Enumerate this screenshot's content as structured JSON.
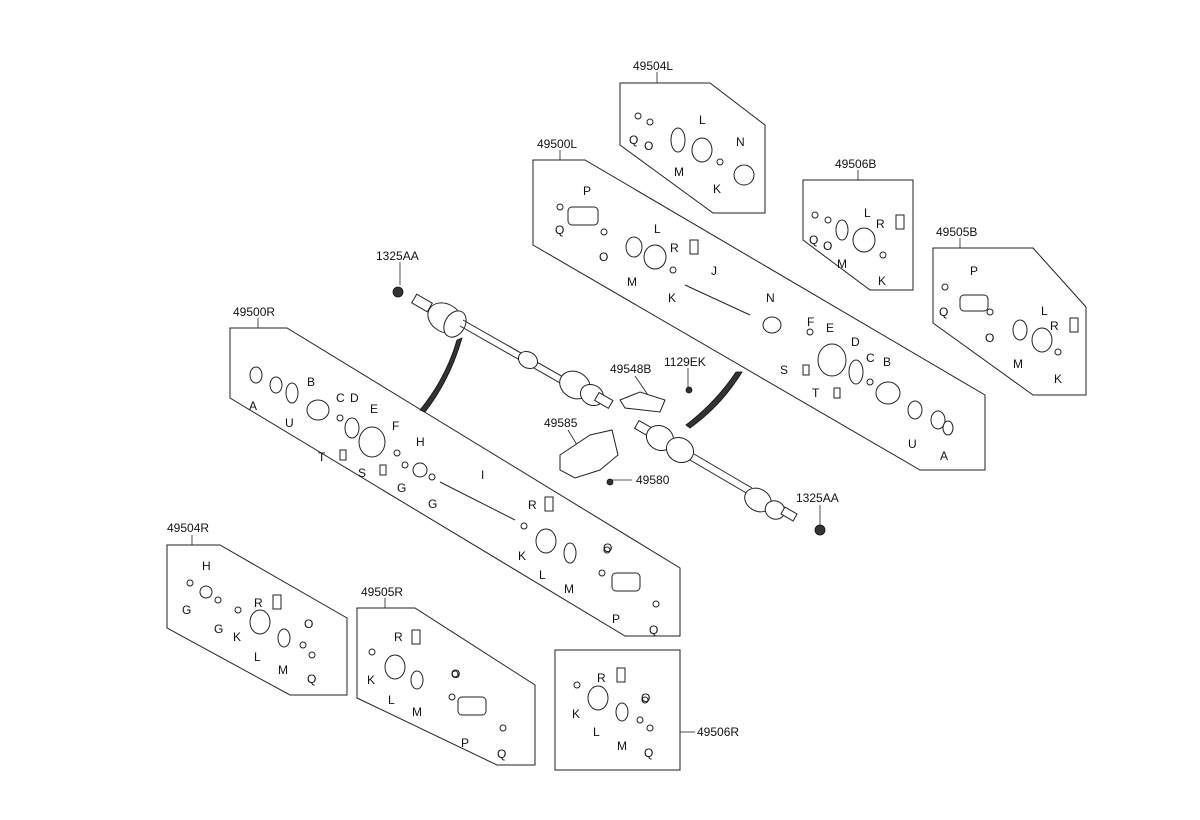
{
  "refs": {
    "r49504L": "49504L",
    "r49500L": "49500L",
    "r49506B": "49506B",
    "r49505B": "49505B",
    "r1325AA_top": "1325AA",
    "r49500R": "49500R",
    "r49548B": "49548B",
    "r1129EK": "1129EK",
    "r49585": "49585",
    "r49580": "49580",
    "r1325AA_bot": "1325AA",
    "r49504R": "49504R",
    "r49505R": "49505R",
    "r49506R": "49506R"
  },
  "letters": {
    "Q": "Q",
    "O": "O",
    "M": "M",
    "L": "L",
    "K": "K",
    "N": "N",
    "P": "P",
    "R": "R",
    "J": "J",
    "F": "F",
    "E": "E",
    "D": "D",
    "C": "C",
    "B": "B",
    "S": "S",
    "T": "T",
    "U": "U",
    "A": "A",
    "H": "H",
    "G": "G",
    "I": "I"
  }
}
